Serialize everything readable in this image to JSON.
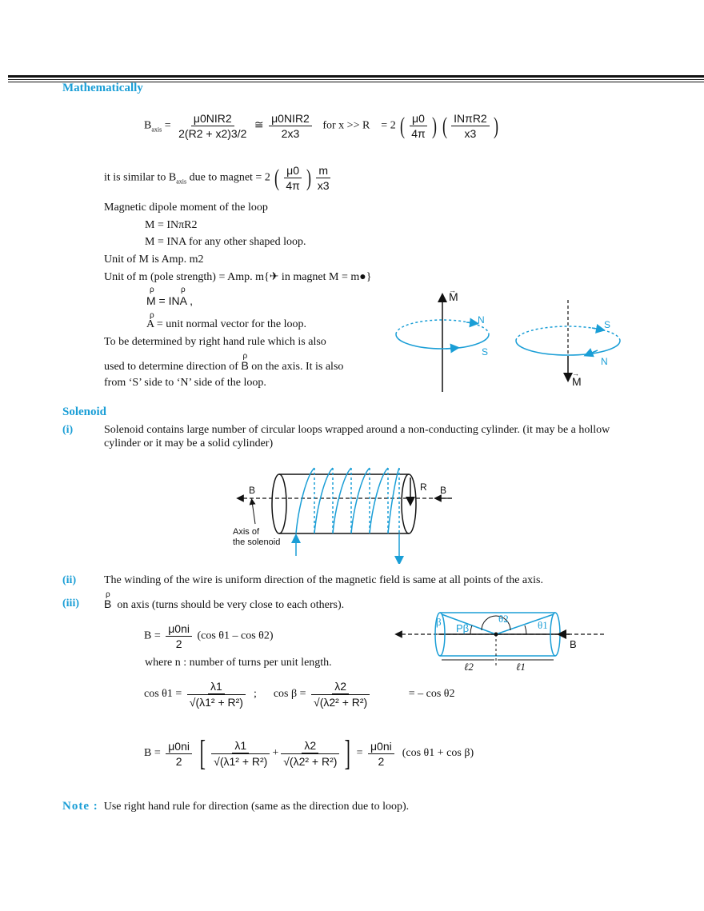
{
  "headings": {
    "mathematically": "Mathematically",
    "solenoid": "Solenoid",
    "note_label": "Note :"
  },
  "eq1": {
    "lhs": "B",
    "lhs_sub": "axis",
    "frac1_num": "μ0NIR2",
    "frac1_den": "2(R2 + x2)3/2",
    "approx": "≅",
    "frac2_num": "μ0NIR2",
    "frac2_den": "2x3",
    "condition": "for x >> R",
    "eq": "= 2",
    "frac3_num": "μ0",
    "frac3_den": "4π",
    "frac4_num": "INπR2",
    "frac4_den": "x3"
  },
  "eq2": {
    "text_before": "it is similar to B",
    "sub": "axis",
    "text_after": "due to magnet = 2",
    "frac1_num": "μ0",
    "frac1_den": "4π",
    "frac2_num": "m",
    "frac2_den": "x3"
  },
  "dipole": {
    "line1": "Magnetic dipole moment of the loop",
    "line2": "M = INπR2",
    "line3": "M = INA for any other shaped loop.",
    "line4": "Unit of M is Amp. m2",
    "line5": "Unit of m (pole strength) = Amp. m{✈ in magnet M = m●}",
    "line6": "M = INA ,",
    "line7": "A  = unit normal vector for the loop.",
    "line8": "To be determined by right hand rule which is also",
    "line9": "used to determine direction of",
    "line9b": "B",
    "line9c": "on the axis. It is also",
    "line10": "from ‘S’ side to ‘N’ side of the loop."
  },
  "loop_fig": {
    "m_top": "M",
    "n_left": "N",
    "s_left": "S",
    "s_right": "S",
    "n_right": "N",
    "m_bottom": "M"
  },
  "solenoid": {
    "i_label": "(i)",
    "i_text_1": "Solenoid contains large number of circular loops wrapped around a non-conducting cylinder. (it may be a hollow",
    "i_text_2": "cylinder or it may be a solid cylinder)",
    "fig_b_left": "B",
    "fig_b_right": "B",
    "fig_r": "R",
    "fig_axis_1": "Axis of",
    "fig_axis_2": "the solenoid",
    "ii_label": "(ii)",
    "ii_text": "The winding of the wire is uniform direction of the magnetic field is same at all points of the axis.",
    "iii_label": "(iii)",
    "iii_b": "B",
    "iii_text": "on axis (turns should be very close to each others)."
  },
  "eq3": {
    "lhs": "B =",
    "num": "μ0ni",
    "den": "2",
    "rhs": "(cos θ1 – cos θ2)",
    "where": "where n : number of turns per unit length."
  },
  "eq4": {
    "left_lhs": "cos θ1 =",
    "left_num": "λ1",
    "left_den": "√(λ1² + R²)",
    "sep": ";",
    "mid_lhs": "cos β =",
    "mid_num": "λ2",
    "mid_den": "√(λ2² + R²)",
    "right": "= – cos θ2"
  },
  "eq5": {
    "lhs": "B =",
    "f1_num": "μ0ni",
    "f1_den": "2",
    "a_num": "λ1",
    "a_den": "√(λ1² + R²)",
    "plus": "+",
    "b_num": "λ2",
    "b_den": "√(λ2² + R²)",
    "eq": "=",
    "f2_num": "μ0ni",
    "f2_den": "2",
    "rhs": "(cos θ1 + cos β)"
  },
  "sol_fig2": {
    "beta": "β",
    "p_beta": "Pβ",
    "theta2": "θ2",
    "theta1": "θ1",
    "b": "B",
    "l2": "ℓ2",
    "l1": "ℓ1"
  },
  "note": {
    "text": "Use right hand rule for direction (same as the direction due to loop)."
  },
  "colors": {
    "accent": "#1a9ed6",
    "text": "#111111"
  }
}
